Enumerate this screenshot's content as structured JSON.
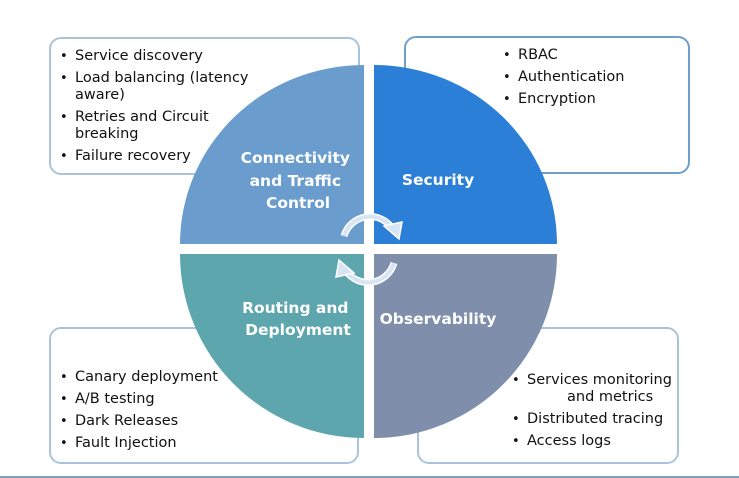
{
  "quadrants": {
    "connectivity": {
      "title_line1": "Connectivity",
      "title_line2": "and Traffic",
      "title_line3": "Control",
      "color": "#6a9dce"
    },
    "security": {
      "title": "Security",
      "color": "#2c7fd6"
    },
    "routing": {
      "title_line1": "Routing and",
      "title_line2": "Deployment",
      "color": "#5ea6ae"
    },
    "observability": {
      "title": "Observability",
      "color": "#7f8eab"
    }
  },
  "cards": {
    "connectivity": [
      {
        "line1": "Service discovery",
        "line2": ""
      },
      {
        "line1": "Load balancing (latency",
        "line2": "aware)"
      },
      {
        "line1": "Retries and Circuit",
        "line2": "breaking"
      },
      {
        "line1": "Failure recovery",
        "line2": ""
      }
    ],
    "security": [
      {
        "line1": "RBAC"
      },
      {
        "line1": "Authentication"
      },
      {
        "line1": "Encryption"
      }
    ],
    "routing": [
      {
        "line1": "Canary deployment"
      },
      {
        "line1": "A/B testing"
      },
      {
        "line1": "Dark Releases"
      },
      {
        "line1": "Fault Injection"
      }
    ],
    "observability": [
      {
        "line1": "Services monitoring",
        "line2": "and metrics"
      },
      {
        "line1": "Distributed tracing",
        "line2": ""
      },
      {
        "line1": "Access logs",
        "line2": ""
      }
    ]
  },
  "icons": {
    "center": "circular-arrows-icon"
  }
}
